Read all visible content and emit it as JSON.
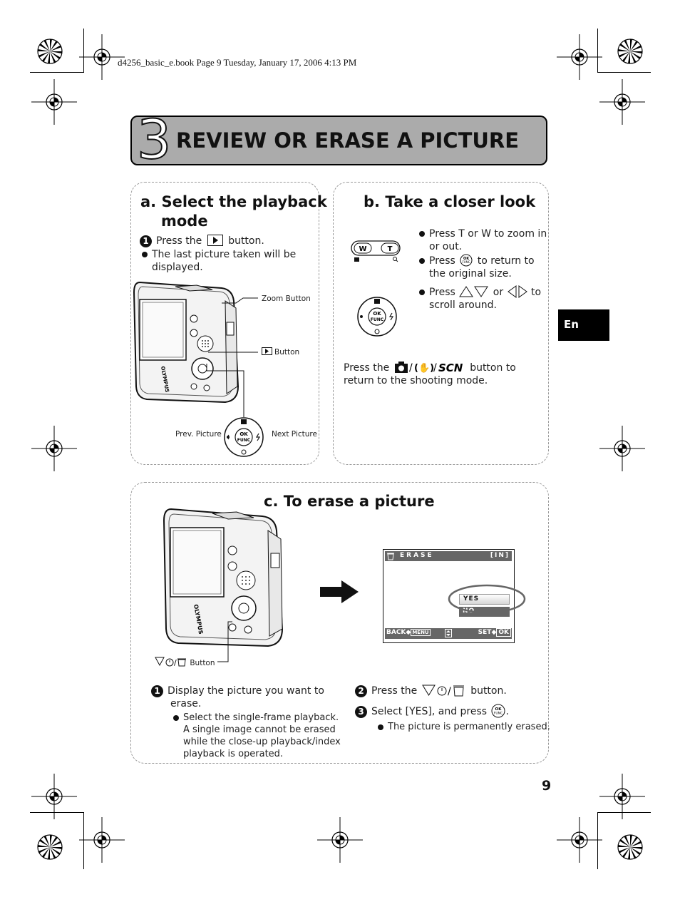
{
  "header": {
    "file_info": "d4256_basic_e.book  Page 9  Tuesday, January 17, 2006  4:13 PM"
  },
  "title": {
    "number": "3",
    "text": "REVIEW OR ERASE A PICTURE"
  },
  "section_a": {
    "heading_line1": "a.  Select the playback",
    "heading_line2": "mode",
    "step1_pre": "Press the",
    "step1_post": "button.",
    "bullet1_line1": "The last picture taken will be",
    "bullet1_line2": "displayed.",
    "label_zoom": "Zoom Button",
    "label_play": "Button",
    "label_prev": "Prev. Picture",
    "label_next": "Next Picture"
  },
  "section_b": {
    "heading": "b. Take a closer look",
    "bullet1_line1": "Press T or W to zoom in",
    "bullet1_line2": "or out.",
    "bullet2_pre": "Press",
    "bullet2_post": "to return to",
    "bullet2_line2": "the original size.",
    "bullet3_pre": "Press",
    "bullet3_mid": "or",
    "bullet3_post": "to",
    "bullet3_line2": "scroll around.",
    "return_pre": "Press the",
    "return_post": "button to",
    "return_line2": "return to the shooting mode."
  },
  "section_c": {
    "heading": "c. To erase a picture",
    "label_button": "Button",
    "step1_line1": "Display the picture you want to",
    "step1_line2": "erase.",
    "sub1_line1": "Select the single-frame playback.",
    "sub1_line2": "A single image cannot be erased",
    "sub1_line3": "while the close-up playback/index",
    "sub1_line4": "playback is operated.",
    "step2_pre": "Press the",
    "step2_post": "button.",
    "step3_pre": "Select [YES], and press",
    "step3_post": ".",
    "sub3": "The picture is permanently erased.",
    "screen": {
      "title": "ERASE",
      "memory": "[IN]",
      "yes": "YES",
      "no": "NO",
      "back": "BACK",
      "menu": "MENU",
      "set": "SET",
      "ok": "OK"
    }
  },
  "buttons": {
    "ok": "OK",
    "func": "FUNC",
    "w": "W",
    "t": "T"
  },
  "tab": {
    "language": "En"
  },
  "page": {
    "number": "9"
  }
}
